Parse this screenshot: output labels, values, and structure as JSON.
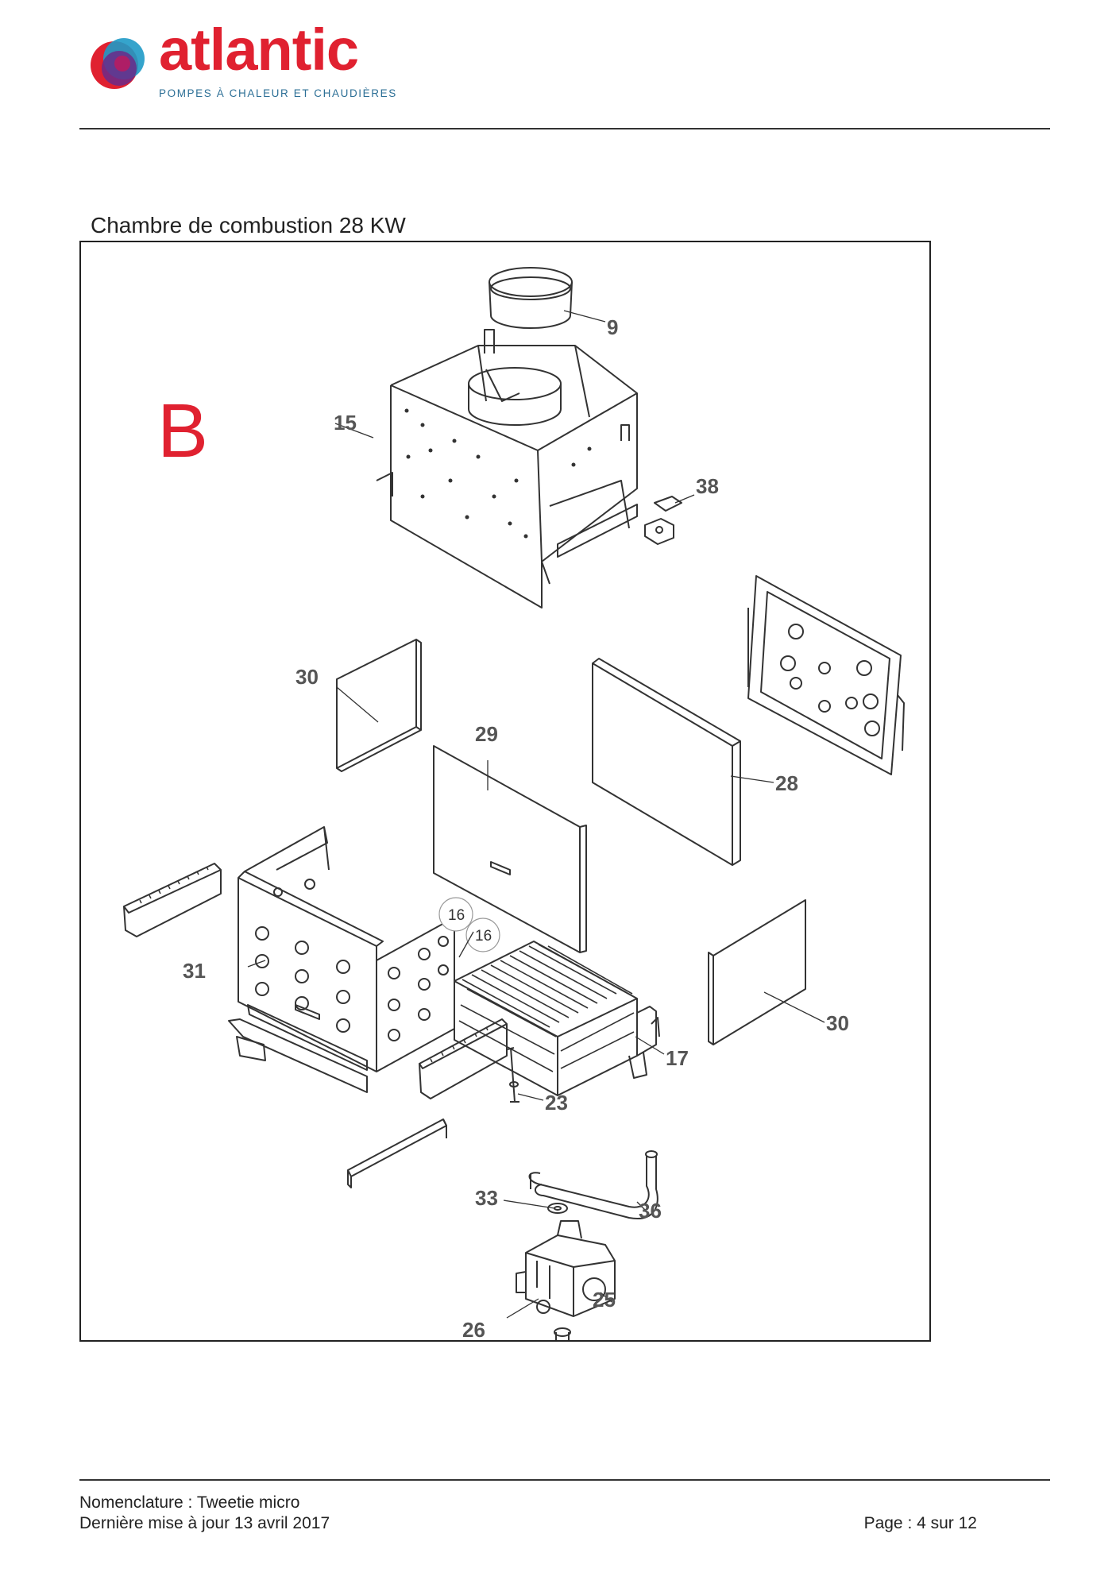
{
  "header": {
    "brand": "atlantic",
    "tagline": "POMPES À CHALEUR ET CHAUDIÈRES"
  },
  "diagram": {
    "title": "Chambre de combustion 28 KW",
    "section_letter": "B",
    "callouts": [
      "9",
      "15",
      "38",
      "30",
      "29",
      "28",
      "16",
      "16",
      "31",
      "30",
      "17",
      "23",
      "33",
      "36",
      "25",
      "26"
    ]
  },
  "footer": {
    "doc_title": "Nomenclature : Tweetie micro",
    "updated": "Dernière mise à jour 13 avril 2017",
    "page": "Page : 4 sur 12"
  }
}
